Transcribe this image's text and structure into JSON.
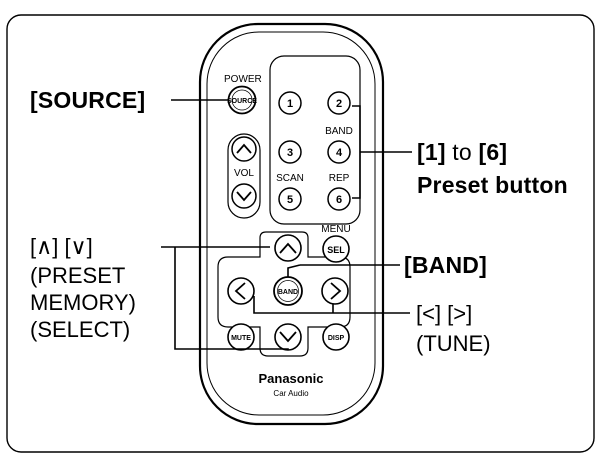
{
  "remote": {
    "power_label": "POWER",
    "source_key": "SOURCE",
    "preset_keys": [
      "1",
      "2",
      "3",
      "4",
      "5",
      "6"
    ],
    "band_small_label": "BAND",
    "vol_label": "VOL",
    "scan_label": "SCAN",
    "rep_label": "REP",
    "menu_label": "MENU",
    "sel_key": "SEL",
    "band_key": "BAND",
    "mute_key": "MUTE",
    "disp_key": "DISP",
    "brand": "Panasonic",
    "brand_sub": "Car Audio"
  },
  "callouts": {
    "source": "[SOURCE]",
    "preset_line1_bold1": "[1]",
    "preset_line1_mid": " to ",
    "preset_line1_bold2": "[6]",
    "preset_line2": "Preset button",
    "updown": "[∧] [∨]",
    "updown_desc": [
      "(PRESET",
      "MEMORY)",
      "(SELECT)"
    ],
    "band": "[BAND]",
    "tune": "[<] [>]",
    "tune_desc": "(TUNE)"
  }
}
